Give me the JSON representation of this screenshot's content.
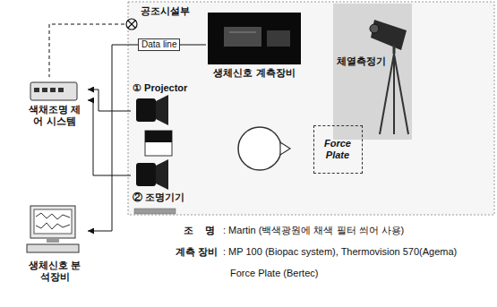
{
  "diagram": {
    "nodes": [
      {
        "text": [
          "색채조명 제어 시스템"
        ]
      },
      {
        "text": [
          "생체신호 분석장비"
        ]
      },
      {
        "text": [
          "공조시설부"
        ]
      },
      {
        "text": [
          "① Projector"
        ]
      },
      {
        "text": [
          "② 조명기기"
        ]
      },
      {
        "text": [
          "생체신호 계측장비"
        ]
      },
      {
        "text": [
          "체열측정기"
        ]
      },
      {
        "text": [
          "Force Plate"
        ]
      }
    ],
    "edges": [
      {
        "from": 2,
        "to": 0,
        "arrow": "none"
      },
      {
        "from": 5,
        "to": 1,
        "label": "Data line",
        "arrow": "to"
      },
      {
        "from": 3,
        "to": 0,
        "arrow": "to"
      },
      {
        "from": 4,
        "to": 0,
        "arrow": "to"
      }
    ],
    "labels": [
      "조 명",
      ": Martin (백색광원에 채색 필터 씌어 사용)",
      "계측 장비",
      ": MP 100 (Biopac system), Thermovision 570(Agema)",
      "Force Plate (Bertec)"
    ]
  }
}
